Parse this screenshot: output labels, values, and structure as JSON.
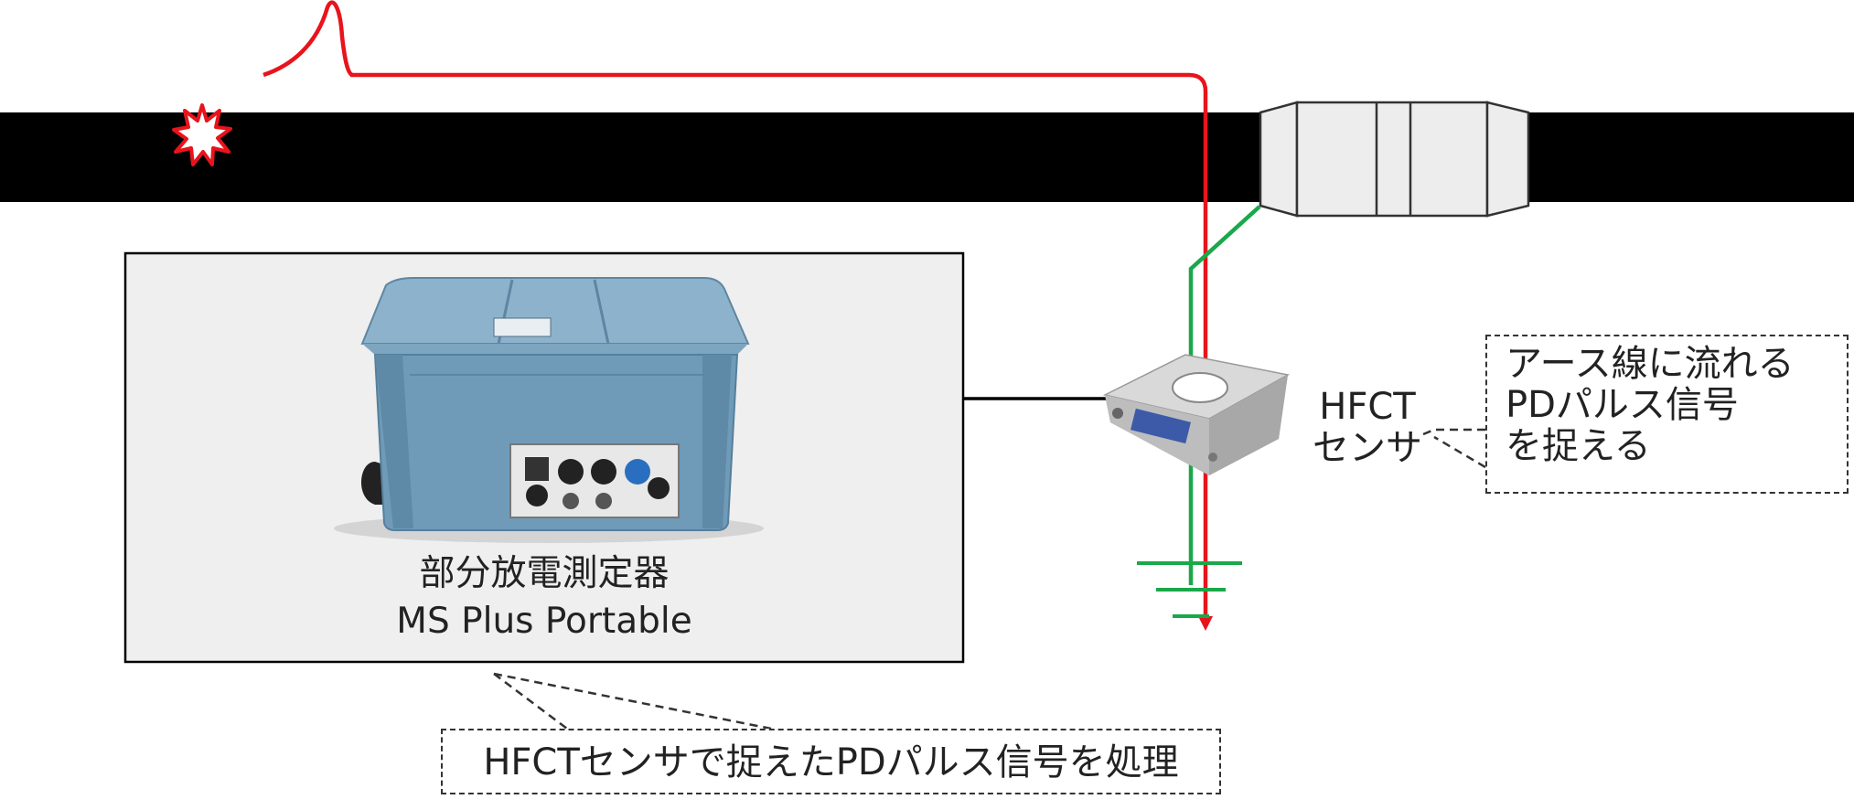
{
  "device": {
    "label_line1": "部分放電測定器",
    "label_line2": "MS Plus Portable"
  },
  "sensor": {
    "label_line1": "HFCT",
    "label_line2": "センサ"
  },
  "callouts": {
    "sensor_note": [
      "アース線に流れる",
      "PDパルス信号",
      "を捉える"
    ],
    "device_note": "HFCTセンサで捉えたPDパルス信号を処理"
  },
  "colors": {
    "signal": "#e8141c",
    "earth": "#1aa84a",
    "cable": "#000000",
    "device_case": "#6f9bb8"
  }
}
